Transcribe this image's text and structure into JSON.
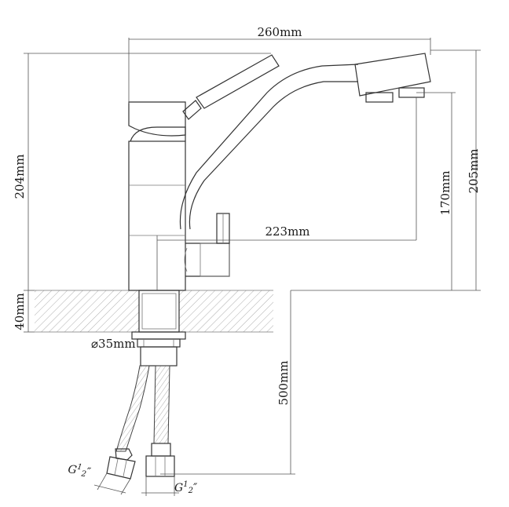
{
  "dimensions": {
    "total_width": "260mm",
    "body_height": "204mm",
    "spout_height": "205mm",
    "outlet_height": "170mm",
    "spout_reach": "223mm",
    "counter_thickness": "40mm",
    "hole_diameter": "⌀35mm",
    "hose_length": "500mm"
  },
  "threads": {
    "left": {
      "prefix": "G",
      "sup": "1",
      "sub": "2",
      "suffix": "″"
    },
    "right": {
      "prefix": "G",
      "sup": "1",
      "sub": "2",
      "suffix": "″"
    }
  }
}
